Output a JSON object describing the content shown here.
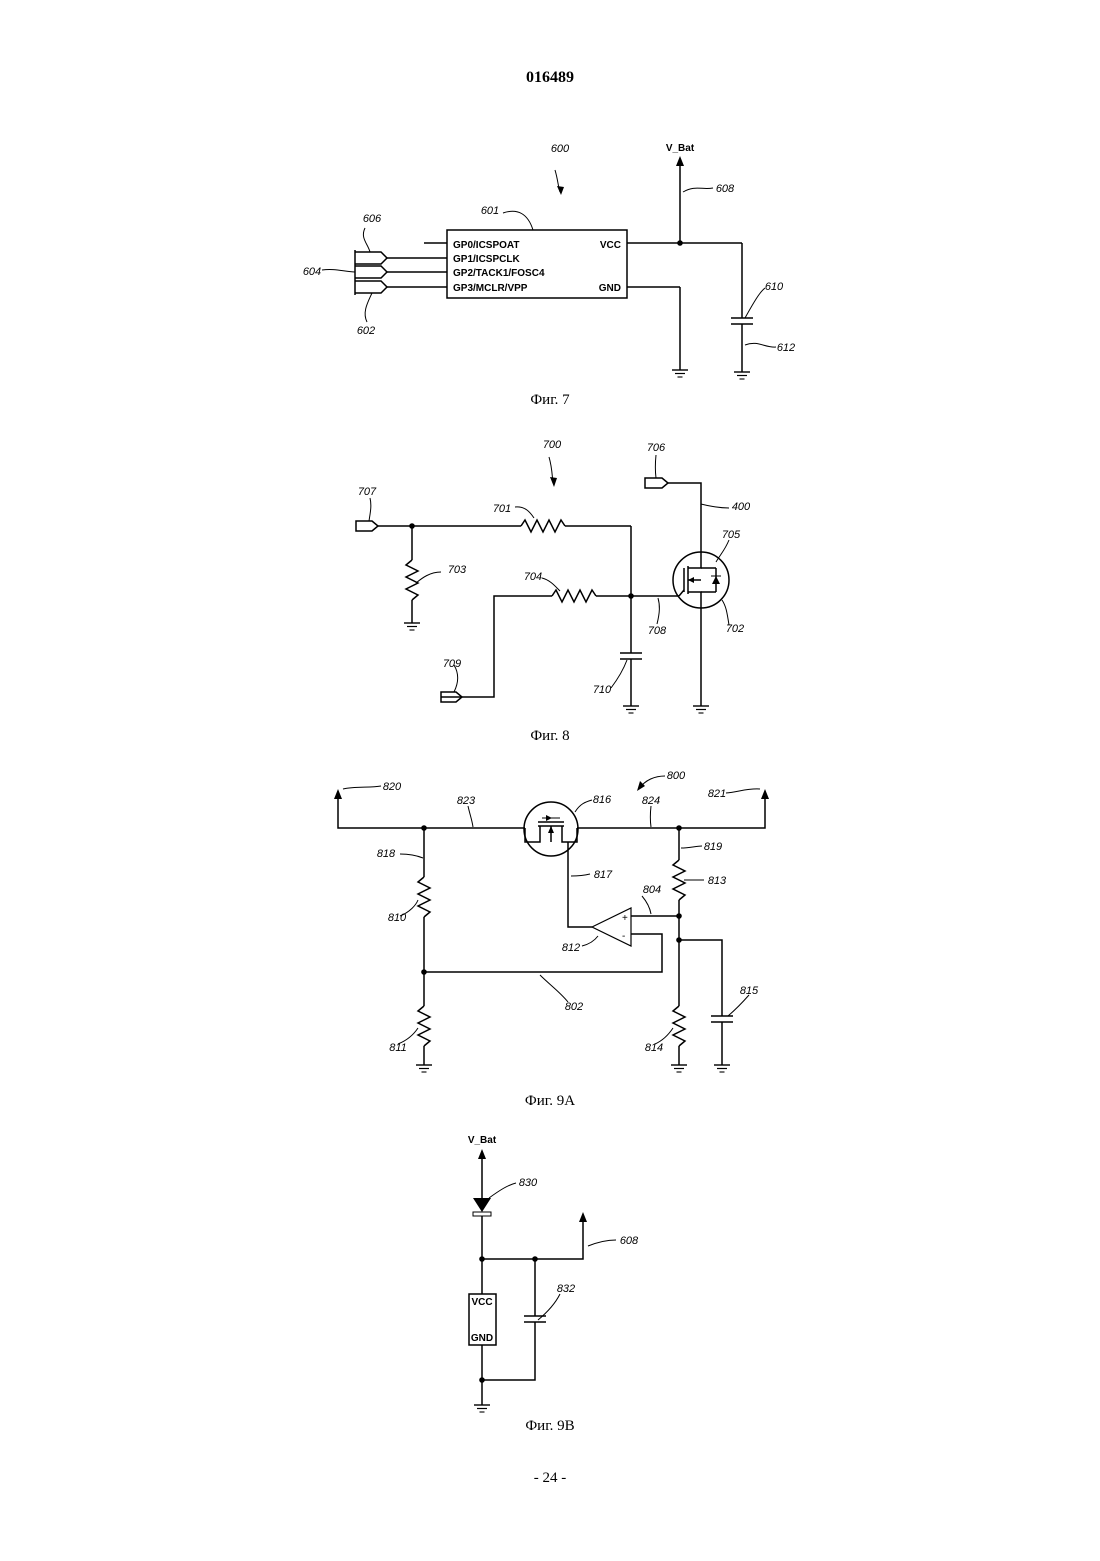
{
  "header": {
    "doc_number": "016489"
  },
  "footer": {
    "page_number": "- 24 -"
  },
  "fig7": {
    "caption": "Фиг. 7",
    "supply_label": "V_Bat",
    "pins_left": [
      "GP0/ICSPOAT",
      "GP1/ICSPCLK",
      "GP2/TACK1/FOSC4",
      "GP3/MCLR/VPP"
    ],
    "pin_vcc": "VCC",
    "pin_gnd": "GND",
    "refs": {
      "r600": "600",
      "r601": "601",
      "r602": "602",
      "r604": "604",
      "r606": "606",
      "r608": "608",
      "r610": "610",
      "r612": "612"
    }
  },
  "fig8": {
    "caption": "Фиг. 8",
    "refs": {
      "r700": "700",
      "r701": "701",
      "r702": "702",
      "r703": "703",
      "r704": "704",
      "r705": "705",
      "r706": "706",
      "r707": "707",
      "r708": "708",
      "r709": "709",
      "r710": "710",
      "r400": "400"
    }
  },
  "fig9a": {
    "caption": "Фиг. 9А",
    "opamp_plus": "+",
    "opamp_minus": "-",
    "refs": {
      "r800": "800",
      "r802": "802",
      "r804": "804",
      "r810": "810",
      "r811": "811",
      "r812": "812",
      "r813": "813",
      "r814": "814",
      "r815": "815",
      "r816": "816",
      "r817": "817",
      "r818": "818",
      "r819": "819",
      "r820": "820",
      "r821": "821",
      "r823": "823",
      "r824": "824"
    }
  },
  "fig9b": {
    "caption": "Фиг. 9В",
    "supply_label": "V_Bat",
    "pin_vcc": "VCC",
    "pin_gnd": "GND",
    "refs": {
      "r830": "830",
      "r832": "832",
      "r608": "608"
    }
  }
}
